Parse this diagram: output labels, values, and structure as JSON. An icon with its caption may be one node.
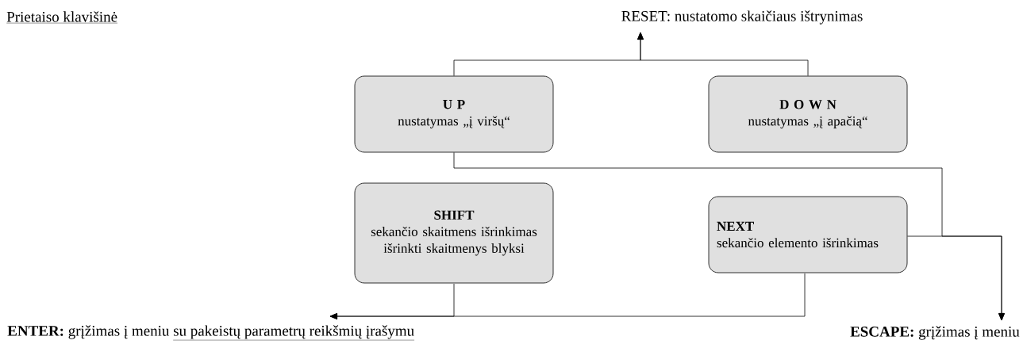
{
  "diagram": {
    "title": "Prietaiso klavišinė",
    "nodes": [
      {
        "text": [
          "U P",
          "nustatymas „į viršų“"
        ]
      },
      {
        "text": [
          "D O W N",
          "nustatymas „į apačią“"
        ]
      },
      {
        "text": [
          "SHIFT",
          "sekančio skaitmens išrinkimas išrinkti skaitmenys blyksi"
        ]
      },
      {
        "text": [
          "NEXT",
          "sekančio elemento išrinkimas"
        ]
      },
      {
        "text": [
          "RESET: nustatomo skaičiaus ištrynimas"
        ]
      },
      {
        "text": [
          "**ENTER:**  grįžimas į meniu",
          "su pakeistų parametrų reikšmių įrašymu"
        ]
      },
      {
        "text": [
          "**ESCAPE:**  grįžimas į meniu"
        ]
      }
    ],
    "edges": [
      {
        "from": 0,
        "to": 4,
        "arrow": "to"
      },
      {
        "from": 1,
        "to": 4,
        "arrow": "to"
      },
      {
        "from": 0,
        "to": 6,
        "arrow": "to"
      },
      {
        "from": 3,
        "to": 6,
        "arrow": "to"
      },
      {
        "from": 2,
        "to": 5,
        "arrow": "to"
      },
      {
        "from": 3,
        "to": 5,
        "arrow": "to"
      }
    ]
  }
}
